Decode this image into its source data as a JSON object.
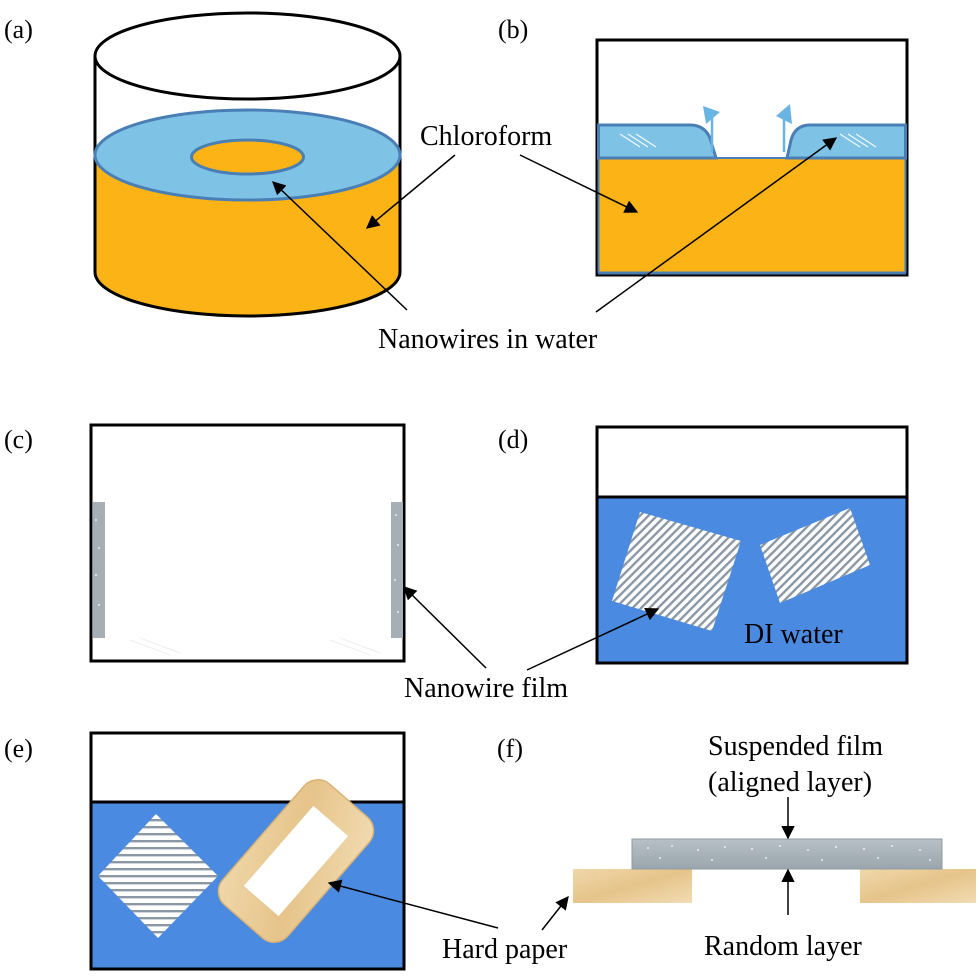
{
  "panels": {
    "a": "(a)",
    "b": "(b)",
    "c": "(c)",
    "d": "(d)",
    "e": "(e)",
    "f": "(f)"
  },
  "callouts": {
    "chloroform": "Chloroform",
    "nanowires_in_water": "Nanowires in water",
    "nanowire_film": "Nanowire film",
    "di_water": "DI water",
    "hard_paper": "Hard paper",
    "suspended_film_line1": "Suspended film",
    "suspended_film_line2": "(aligned layer)",
    "random_layer": "Random layer"
  },
  "colors": {
    "chloroform": "#fbb316",
    "water_film": "#7ec3e5",
    "water_film_edge": "#4a7fb5",
    "di_water": "#4a8ae0",
    "nanowire_film": "#a6afb5",
    "hard_paper": "#e9c88f",
    "arrow_blue": "#6ab4e4"
  }
}
